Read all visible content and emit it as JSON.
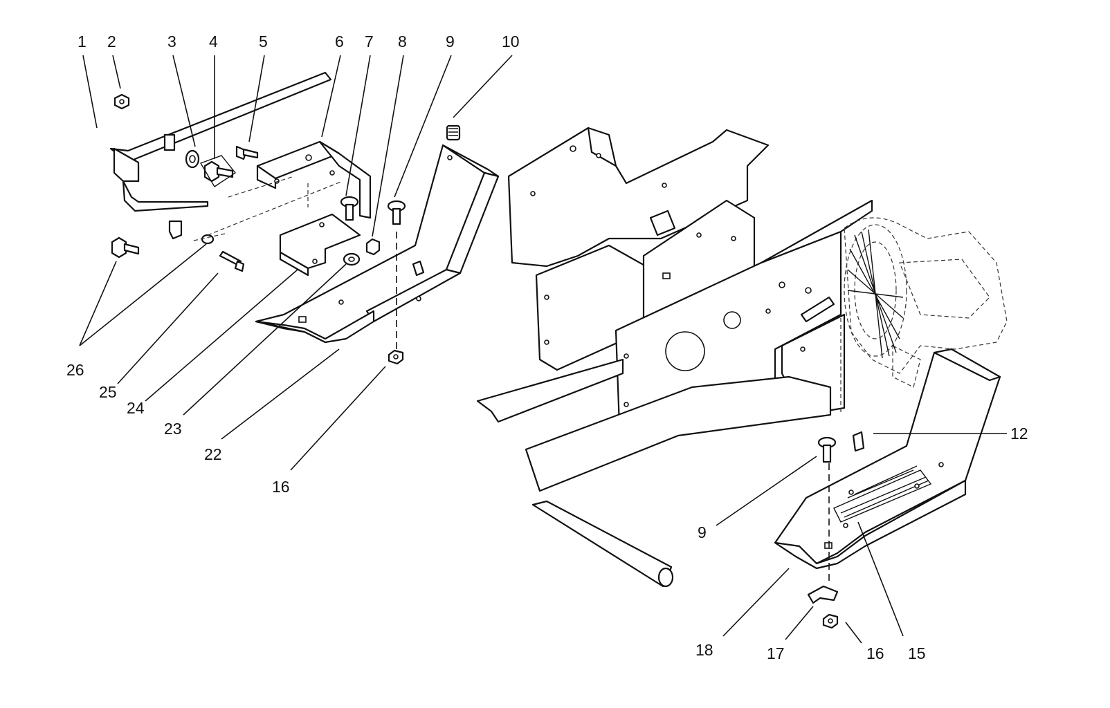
{
  "figure": {
    "callouts": [
      {
        "id": "c1",
        "text": "1"
      },
      {
        "id": "c2",
        "text": "2"
      },
      {
        "id": "c3",
        "text": "3"
      },
      {
        "id": "c4",
        "text": "4"
      },
      {
        "id": "c5",
        "text": "5"
      },
      {
        "id": "c6",
        "text": "6"
      },
      {
        "id": "c7",
        "text": "7"
      },
      {
        "id": "c8",
        "text": "8"
      },
      {
        "id": "c9a",
        "text": "9"
      },
      {
        "id": "c10",
        "text": "10"
      },
      {
        "id": "c12",
        "text": "12"
      },
      {
        "id": "c9b",
        "text": "9"
      },
      {
        "id": "c26",
        "text": "26"
      },
      {
        "id": "c25",
        "text": "25"
      },
      {
        "id": "c24",
        "text": "24"
      },
      {
        "id": "c23",
        "text": "23"
      },
      {
        "id": "c22",
        "text": "22"
      },
      {
        "id": "c16a",
        "text": "16"
      },
      {
        "id": "c18",
        "text": "18"
      },
      {
        "id": "c17",
        "text": "17"
      },
      {
        "id": "c16b",
        "text": "16"
      },
      {
        "id": "c15",
        "text": "15"
      }
    ]
  }
}
